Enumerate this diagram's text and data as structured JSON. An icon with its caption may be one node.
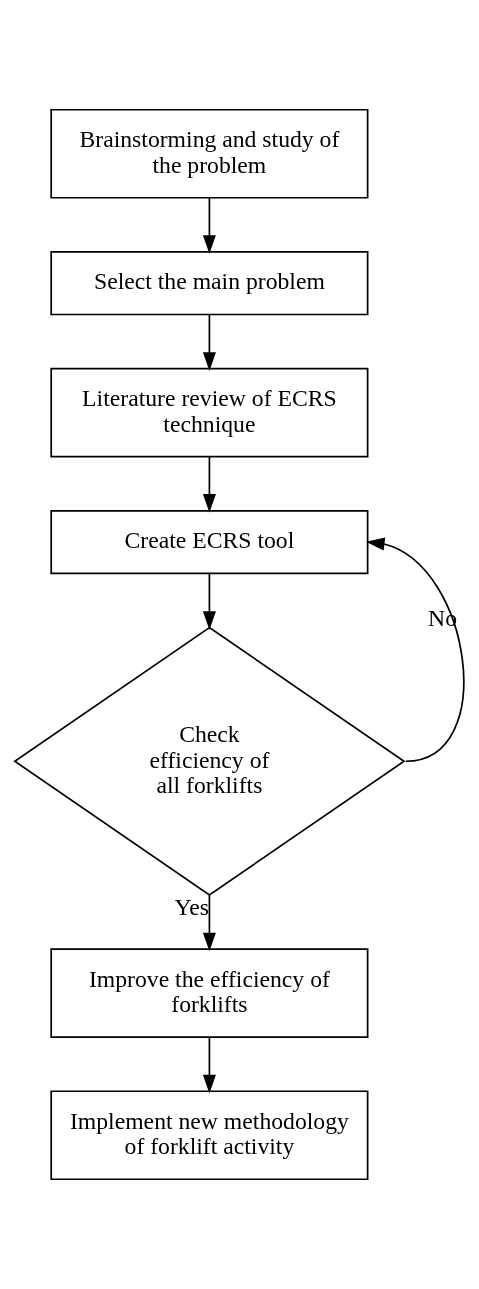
{
  "diagram": {
    "nodes": [
      {
        "text": [
          "Brainstorming and study of the problem"
        ]
      },
      {
        "text": [
          "Select the main problem"
        ]
      },
      {
        "text": [
          "Literature review of ECRS technique"
        ]
      },
      {
        "text": [
          "Create ECRS tool"
        ]
      },
      {
        "text": [
          "Check efficiency of all forklifts"
        ]
      },
      {
        "text": [
          "Improve the efficiency of forklifts"
        ]
      },
      {
        "text": [
          "Implement new methodology of forklift activity"
        ]
      }
    ],
    "edges": [
      {
        "from": 0,
        "to": 1,
        "arrow": "to"
      },
      {
        "from": 1,
        "to": 2,
        "arrow": "to"
      },
      {
        "from": 2,
        "to": 3,
        "arrow": "to"
      },
      {
        "from": 3,
        "to": 4,
        "arrow": "to"
      },
      {
        "from": 4,
        "to": 5,
        "arrow": "to",
        "label": "Yes"
      },
      {
        "from": 4,
        "to": 3,
        "arrow": "to",
        "label": "No"
      },
      {
        "from": 5,
        "to": 6,
        "arrow": "to"
      }
    ]
  }
}
